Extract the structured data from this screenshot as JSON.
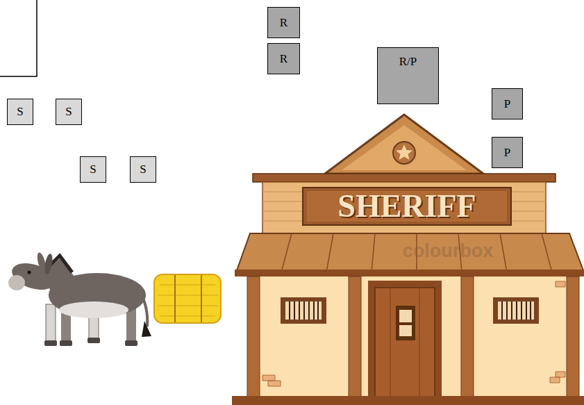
{
  "diagram": {
    "nodes": [
      {
        "text": [
          "R"
        ]
      },
      {
        "text": [
          "R"
        ]
      },
      {
        "text": [
          "R/P"
        ]
      },
      {
        "text": [
          "P"
        ]
      },
      {
        "text": [
          "S"
        ]
      },
      {
        "text": [
          "S"
        ]
      },
      {
        "text": [
          "P"
        ]
      },
      {
        "text": [
          "S"
        ]
      },
      {
        "text": [
          "S"
        ]
      }
    ],
    "labels": [
      "SHERIFF",
      "colourbox"
    ]
  }
}
